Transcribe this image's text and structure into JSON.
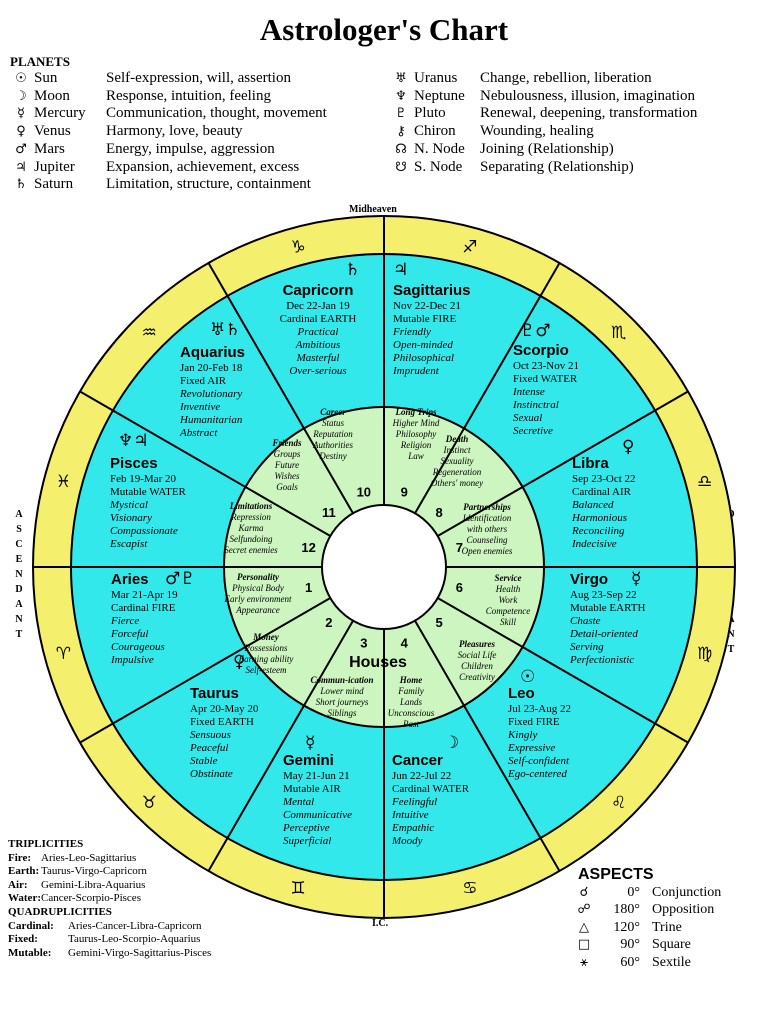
{
  "title": "Astrologer's Chart",
  "planets_heading": "PLANETS",
  "planets_left": [
    {
      "symbol": "☉",
      "name": "Sun",
      "meaning": "Self-expression, will, assertion"
    },
    {
      "symbol": "☽",
      "name": "Moon",
      "meaning": "Response, intuition, feeling"
    },
    {
      "symbol": "☿",
      "name": "Mercury",
      "meaning": "Communication, thought, movement"
    },
    {
      "symbol": "♀",
      "name": "Venus",
      "meaning": "Harmony, love, beauty"
    },
    {
      "symbol": "♂",
      "name": "Mars",
      "meaning": "Energy, impulse, aggression"
    },
    {
      "symbol": "♃",
      "name": "Jupiter",
      "meaning": "Expansion, achievement, excess"
    },
    {
      "symbol": "♄",
      "name": "Saturn",
      "meaning": "Limitation, structure, containment"
    }
  ],
  "planets_right": [
    {
      "symbol": "♅",
      "name": "Uranus",
      "meaning": "Change, rebellion, liberation"
    },
    {
      "symbol": "♆",
      "name": "Neptune",
      "meaning": "Nebulousness, illusion, imagination"
    },
    {
      "symbol": "♇",
      "name": "Pluto",
      "meaning": "Renewal, deepening, transformation"
    },
    {
      "symbol": "⚷",
      "name": "Chiron",
      "meaning": "Wounding, healing"
    },
    {
      "symbol": "☊",
      "name": "N. Node",
      "meaning": "Joining (Relationship)"
    },
    {
      "symbol": "☋",
      "name": "S. Node",
      "meaning": "Separating (Relationship)"
    }
  ],
  "labels": {
    "midheaven": "Midheaven",
    "ic": "I.C.",
    "ascendant": "ASCENDANT",
    "descendant": "DESCENDANT",
    "houses": "Houses"
  },
  "signs": [
    {
      "name": "Capricorn",
      "rulers": "♄",
      "dates": "Dec 22-Jan 19",
      "quality": "Cardinal EARTH",
      "traits": [
        "Practical",
        "Ambitious",
        "Masterful",
        "Over-serious"
      ]
    },
    {
      "name": "Sagittarius",
      "rulers": "♃",
      "dates": "Nov 22-Dec 21",
      "quality": "Mutable FIRE",
      "traits": [
        "Friendly",
        "Open-minded",
        "Philosophical",
        "Imprudent"
      ]
    },
    {
      "name": "Scorpio",
      "rulers": "♇♂",
      "dates": "Oct 23-Nov 21",
      "quality": "Fixed WATER",
      "traits": [
        "Intense",
        "Instinctral",
        "Sexual",
        "Secretive"
      ]
    },
    {
      "name": "Libra",
      "rulers": "♀",
      "dates": "Sep 23-Oct 22",
      "quality": "Cardinal AIR",
      "traits": [
        "Balanced",
        "Harmonious",
        "Reconciling",
        "Indecisive"
      ]
    },
    {
      "name": "Virgo",
      "rulers": "☿",
      "dates": "Aug 23-Sep 22",
      "quality": "Mutable EARTH",
      "traits": [
        "Chaste",
        "Detail-oriented",
        "Serving",
        "Perfectionistic"
      ]
    },
    {
      "name": "Leo",
      "rulers": "☉",
      "dates": "Jul 23-Aug 22",
      "quality": "Fixed FIRE",
      "traits": [
        "Kingly",
        "Expressive",
        "Self-confident",
        "Ego-centered"
      ]
    },
    {
      "name": "Cancer",
      "rulers": "☽",
      "dates": "Jun 22-Jul 22",
      "quality": "Cardinal WATER",
      "traits": [
        "Feelingful",
        "Intuitive",
        "Empathic",
        "Moody"
      ]
    },
    {
      "name": "Gemini",
      "rulers": "☿",
      "dates": "May 21-Jun 21",
      "quality": "Mutable AIR",
      "traits": [
        "Mental",
        "Communicative",
        "Perceptive",
        "Superficial"
      ]
    },
    {
      "name": "Taurus",
      "rulers": "♀",
      "dates": "Apr 20-May 20",
      "quality": "Fixed EARTH",
      "traits": [
        "Sensuous",
        "Peaceful",
        "Stable",
        "Obstinate"
      ]
    },
    {
      "name": "Aries",
      "rulers": "♂♇",
      "dates": "Mar 21-Apr 19",
      "quality": "Cardinal FIRE",
      "traits": [
        "Fierce",
        "Forceful",
        "Courageous",
        "Impulsive"
      ]
    },
    {
      "name": "Pisces",
      "rulers": "♆♃",
      "dates": "Feb 19-Mar 20",
      "quality": "Mutable WATER",
      "traits": [
        "Mystical",
        "Visionary",
        "Compassionate",
        "Escapist"
      ]
    },
    {
      "name": "Aquarius",
      "rulers": "♅♄",
      "dates": "Jan 20-Feb 18",
      "quality": "Fixed AIR",
      "traits": [
        "Revolutionary",
        "Inventive",
        "Humanitarian",
        "Abstract"
      ]
    }
  ],
  "zodiac_glyphs": [
    "♑",
    "♐",
    "♏",
    "♎",
    "♍",
    "♌",
    "♋",
    "♊",
    "♉",
    "♈",
    "♓",
    "♒"
  ],
  "houses": [
    {
      "num": "10",
      "title": "Career",
      "items": [
        "Status",
        "Reputation",
        "Authorities",
        "Destiny"
      ]
    },
    {
      "num": "9",
      "title": "Long Trips",
      "items": [
        "Higher Mind",
        "Philosophy",
        "Religion",
        "Law"
      ]
    },
    {
      "num": "8",
      "title": "Death",
      "items": [
        "Instinct",
        "Sexuality",
        "Regeneration",
        "Others' money"
      ]
    },
    {
      "num": "7",
      "title": "Partnerships",
      "items": [
        "Identification",
        "with others",
        "Counseling",
        "Open enemies"
      ]
    },
    {
      "num": "6",
      "title": "Service",
      "items": [
        "Health",
        "Work",
        "Competence",
        "Skill"
      ]
    },
    {
      "num": "5",
      "title": "Pleasures",
      "items": [
        "Social Life",
        "Children",
        "Creativity"
      ]
    },
    {
      "num": "4",
      "title": "Home",
      "items": [
        "Family",
        "Lands",
        "Unconscious",
        "Past"
      ]
    },
    {
      "num": "3",
      "title": "Commun-ication",
      "items": [
        "Lower mind",
        "Short journeys",
        "Siblings"
      ]
    },
    {
      "num": "2",
      "title": "Money",
      "items": [
        "Possessions",
        "Earning ability",
        "Self-esteem"
      ]
    },
    {
      "num": "1",
      "title": "Personality",
      "items": [
        "Physical Body",
        "Early environment",
        "Appearance"
      ]
    },
    {
      "num": "12",
      "title": "Limitations",
      "items": [
        "Repression",
        "Karma",
        "Selfundoing",
        "Secret enemies"
      ]
    },
    {
      "num": "11",
      "title": "Friends",
      "items": [
        "Groups",
        "Future",
        "Wishes",
        "Goals"
      ]
    }
  ],
  "triplicities": {
    "heading": "TRIPLICITIES",
    "rows": [
      {
        "label": "Fire:",
        "value": "Aries-Leo-Sagittarius"
      },
      {
        "label": "Earth:",
        "value": "Taurus-Virgo-Capricorn"
      },
      {
        "label": "Air:",
        "value": "Gemini-Libra-Aquarius"
      },
      {
        "label": "Water:",
        "value": "Cancer-Scorpio-Pisces"
      }
    ]
  },
  "quadruplicities": {
    "heading": "QUADRUPLICITIES",
    "rows": [
      {
        "label": "Cardinal:",
        "value": "Aries-Cancer-Libra-Capricorn"
      },
      {
        "label": "Fixed:",
        "value": "Taurus-Leo-Scorpio-Aquarius"
      },
      {
        "label": "Mutable:",
        "value": "Gemini-Virgo-Sagittarius-Pisces"
      }
    ]
  },
  "aspects": {
    "heading": "ASPECTS",
    "rows": [
      {
        "symbol": "☌",
        "degrees": "0°",
        "name": "Conjunction"
      },
      {
        "symbol": "☍",
        "degrees": "180°",
        "name": "Opposition"
      },
      {
        "symbol": "△",
        "degrees": "120°",
        "name": "Trine"
      },
      {
        "symbol": "□",
        "degrees": "90°",
        "name": "Square"
      },
      {
        "symbol": "⚹",
        "degrees": "60°",
        "name": "Sextile"
      }
    ]
  },
  "colors": {
    "outer_ring": "#f5ef6e",
    "sign_ring": "#33e8ea",
    "house_ring": "#cdf5bf",
    "line": "#000000"
  }
}
